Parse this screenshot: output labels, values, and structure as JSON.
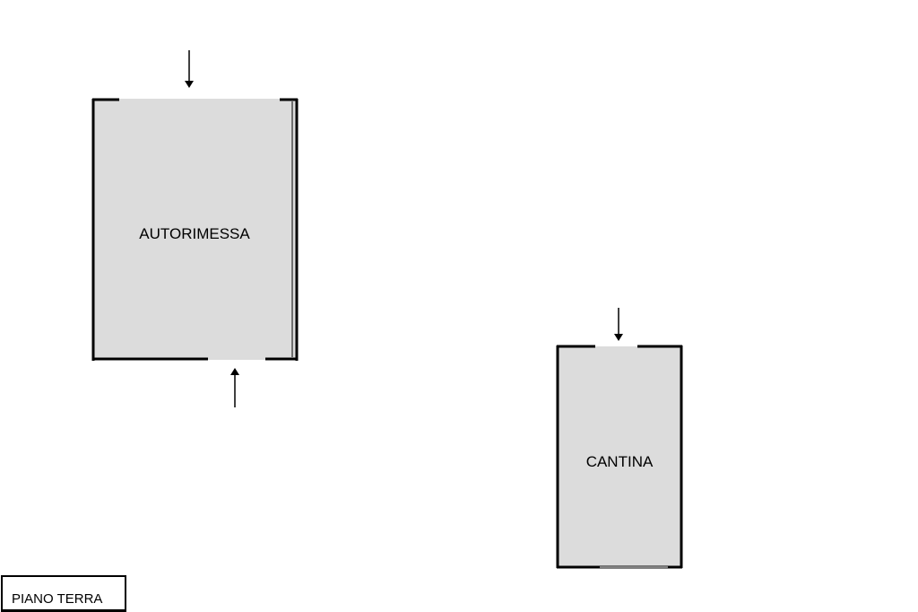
{
  "colors": {
    "room_fill": "#dcdcdc",
    "wall": "#000000",
    "background": "#ffffff"
  },
  "rooms": {
    "autorimessa": {
      "label": "AUTORIMESSA"
    },
    "cantina": {
      "label": "CANTINA"
    }
  },
  "floor": {
    "label": "PIANO TERRA"
  },
  "icons": {
    "entry_arrow": "arrow-down-icon",
    "exit_arrow": "arrow-up-icon"
  }
}
